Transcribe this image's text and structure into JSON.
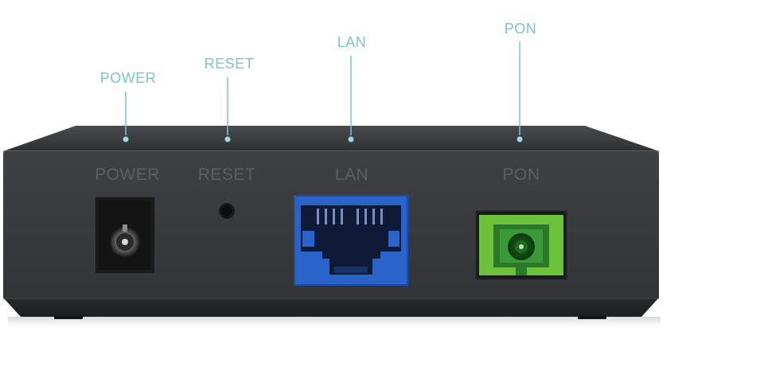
{
  "callouts": [
    {
      "id": "power",
      "text": "POWER"
    },
    {
      "id": "reset",
      "text": "RESET"
    },
    {
      "id": "lan",
      "text": "LAN"
    },
    {
      "id": "pon",
      "text": "PON"
    }
  ],
  "panel_labels": {
    "power": "POWER",
    "reset": "RESET",
    "lan": "LAN",
    "pon": "PON"
  },
  "colors": {
    "callout": "#7cc3cf",
    "chassis": "#3a3b3d",
    "lan_port": "#2a63c9",
    "pon_port": "#6cc23a",
    "panel_label": "#5e5e5e"
  }
}
